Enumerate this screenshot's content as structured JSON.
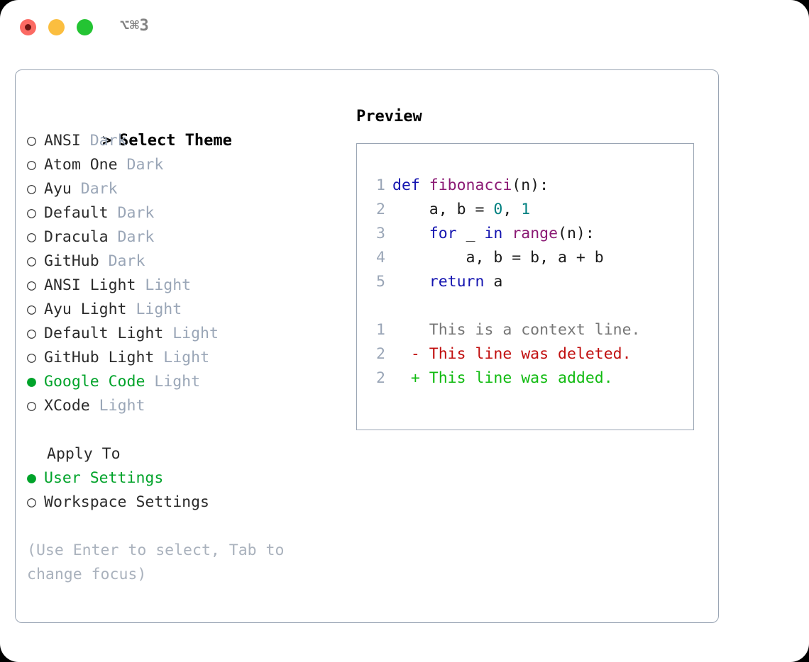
{
  "window": {
    "shortcut_label": "⌥⌘3",
    "traffic_lights": [
      "close-red",
      "minimize-yellow",
      "maximize-green"
    ]
  },
  "colors": {
    "selected_green": "#00a32a",
    "muted_category": "#9aa6b7",
    "panel_border": "#9aa5b4",
    "hint_text": "#aab2bd",
    "code_keyword": "#1515b0",
    "code_function": "#8b1a74",
    "code_number": "#008080",
    "code_plain": "#1a1a1a",
    "diff_context": "#767676",
    "diff_deleted": "#c10f0f",
    "diff_added": "#11bb11",
    "line_number": "#9aa6b7"
  },
  "theme_picker": {
    "header_marker": ">",
    "header_label": "Select Theme",
    "selected_marker": "●",
    "unselected_marker": "○",
    "items": [
      {
        "name": "ANSI",
        "category": "Dark",
        "selected": false
      },
      {
        "name": "Atom One",
        "category": "Dark",
        "selected": false
      },
      {
        "name": "Ayu",
        "category": "Dark",
        "selected": false
      },
      {
        "name": "Default",
        "category": "Dark",
        "selected": false
      },
      {
        "name": "Dracula",
        "category": "Dark",
        "selected": false
      },
      {
        "name": "GitHub",
        "category": "Dark",
        "selected": false
      },
      {
        "name": "ANSI Light",
        "category": "Light",
        "selected": false
      },
      {
        "name": "Ayu Light",
        "category": "Light",
        "selected": false
      },
      {
        "name": "Default Light",
        "category": "Light",
        "selected": false
      },
      {
        "name": "GitHub Light",
        "category": "Light",
        "selected": false
      },
      {
        "name": "Google Code",
        "category": "Light",
        "selected": true
      },
      {
        "name": "XCode",
        "category": "Light",
        "selected": false
      }
    ]
  },
  "apply_to": {
    "label": "Apply To",
    "items": [
      {
        "name": "User Settings",
        "selected": true
      },
      {
        "name": "Workspace Settings",
        "selected": false
      }
    ]
  },
  "footer": {
    "hint": "(Use Enter to select, Tab to change focus)"
  },
  "preview": {
    "title": "Preview",
    "code_lines": [
      {
        "number": "1",
        "tokens": [
          {
            "text": "def ",
            "kind": "kw"
          },
          {
            "text": "fibonacci",
            "kind": "fn"
          },
          {
            "text": "(n):",
            "kind": "pl"
          }
        ]
      },
      {
        "number": "2",
        "tokens": [
          {
            "text": "    a, b = ",
            "kind": "pl"
          },
          {
            "text": "0",
            "kind": "num"
          },
          {
            "text": ", ",
            "kind": "pl"
          },
          {
            "text": "1",
            "kind": "num"
          }
        ]
      },
      {
        "number": "3",
        "tokens": [
          {
            "text": "    ",
            "kind": "pl"
          },
          {
            "text": "for",
            "kind": "kw"
          },
          {
            "text": " _ ",
            "kind": "pl"
          },
          {
            "text": "in",
            "kind": "kw"
          },
          {
            "text": " ",
            "kind": "pl"
          },
          {
            "text": "range",
            "kind": "fn"
          },
          {
            "text": "(n):",
            "kind": "pl"
          }
        ]
      },
      {
        "number": "4",
        "tokens": [
          {
            "text": "        a, b = b, a + b",
            "kind": "pl"
          }
        ]
      },
      {
        "number": "5",
        "tokens": [
          {
            "text": "    ",
            "kind": "pl"
          },
          {
            "text": "return",
            "kind": "kw"
          },
          {
            "text": " a",
            "kind": "pl"
          }
        ]
      }
    ],
    "diff_lines": [
      {
        "number": "1",
        "sign": " ",
        "text": "This is a context line.",
        "kind": "ctx"
      },
      {
        "number": "2",
        "sign": "-",
        "text": "This line was deleted.",
        "kind": "del"
      },
      {
        "number": "2",
        "sign": "+",
        "text": "This line was added.",
        "kind": "add"
      }
    ]
  }
}
